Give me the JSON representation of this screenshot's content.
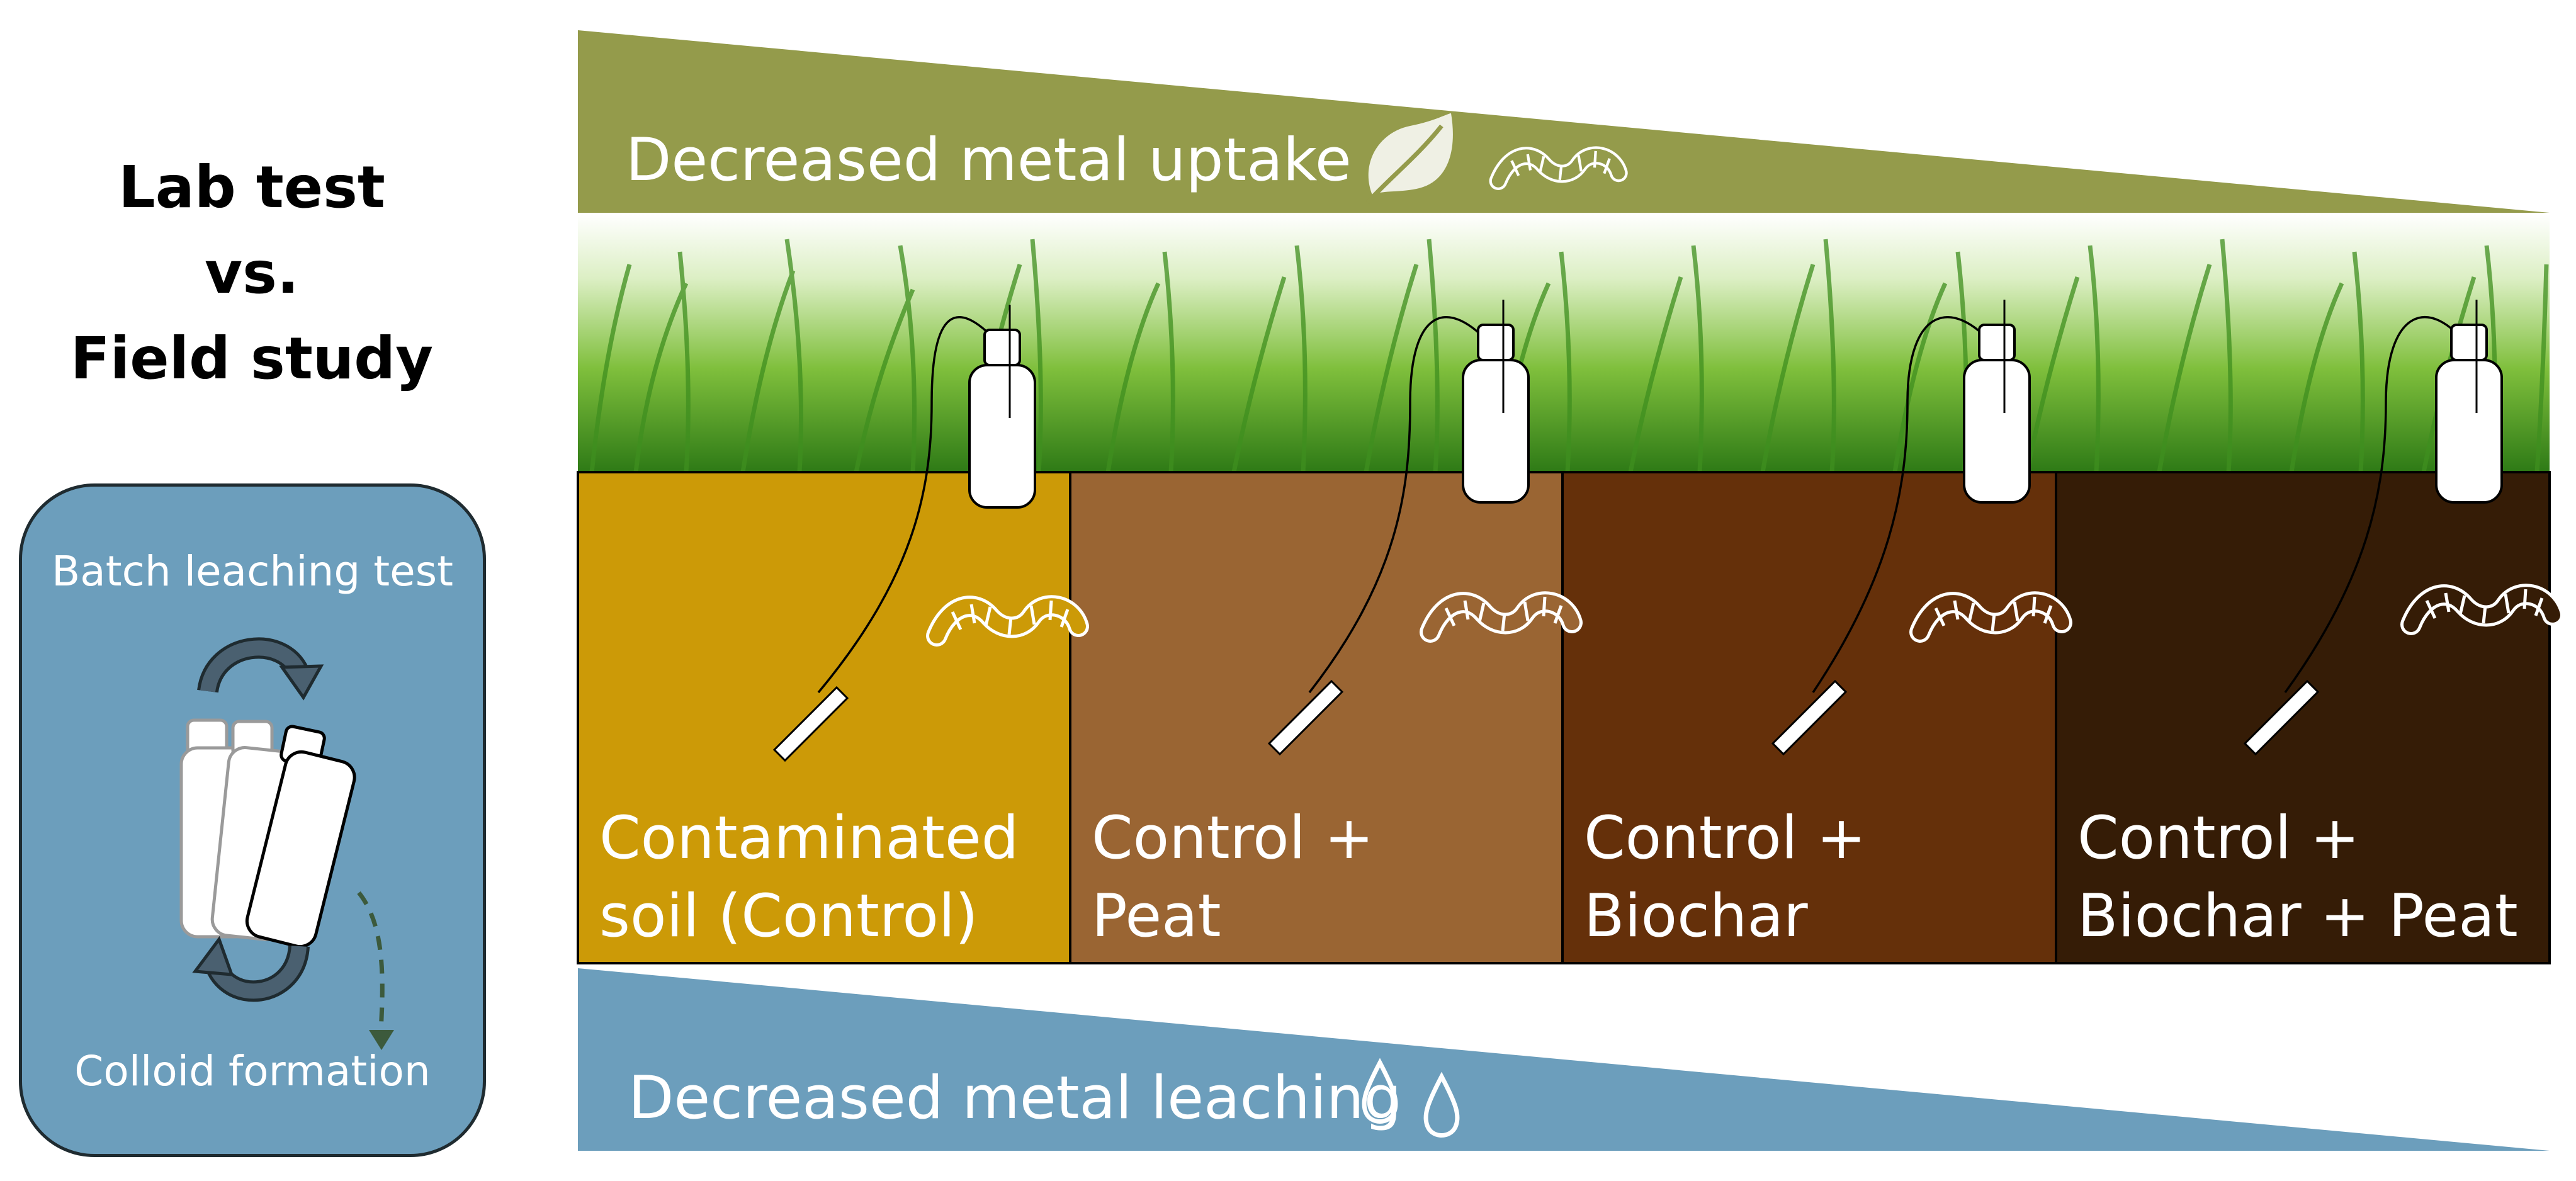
{
  "title": {
    "line1": "Lab test",
    "line2": "vs.",
    "line3": "Field study"
  },
  "lab_panel": {
    "top_label": "Batch leaching test",
    "bottom_label": "Colloid formation"
  },
  "top_banner": {
    "label": "Decreased metal uptake",
    "color": "#949b4b"
  },
  "bottom_banner": {
    "label": "Decreased metal leaching",
    "color": "#6c9ebc"
  },
  "soil_plots": [
    {
      "line1": "Contaminated",
      "line2": "soil (Control)",
      "color": "#cc9a07"
    },
    {
      "line1": "Control +",
      "line2": "Peat",
      "color": "#9a6533"
    },
    {
      "line1": "Control +",
      "line2": "Biochar",
      "color": "#65300a"
    },
    {
      "line1": "Control +",
      "line2": "Biochar + Peat",
      "color": "#351c06"
    }
  ]
}
